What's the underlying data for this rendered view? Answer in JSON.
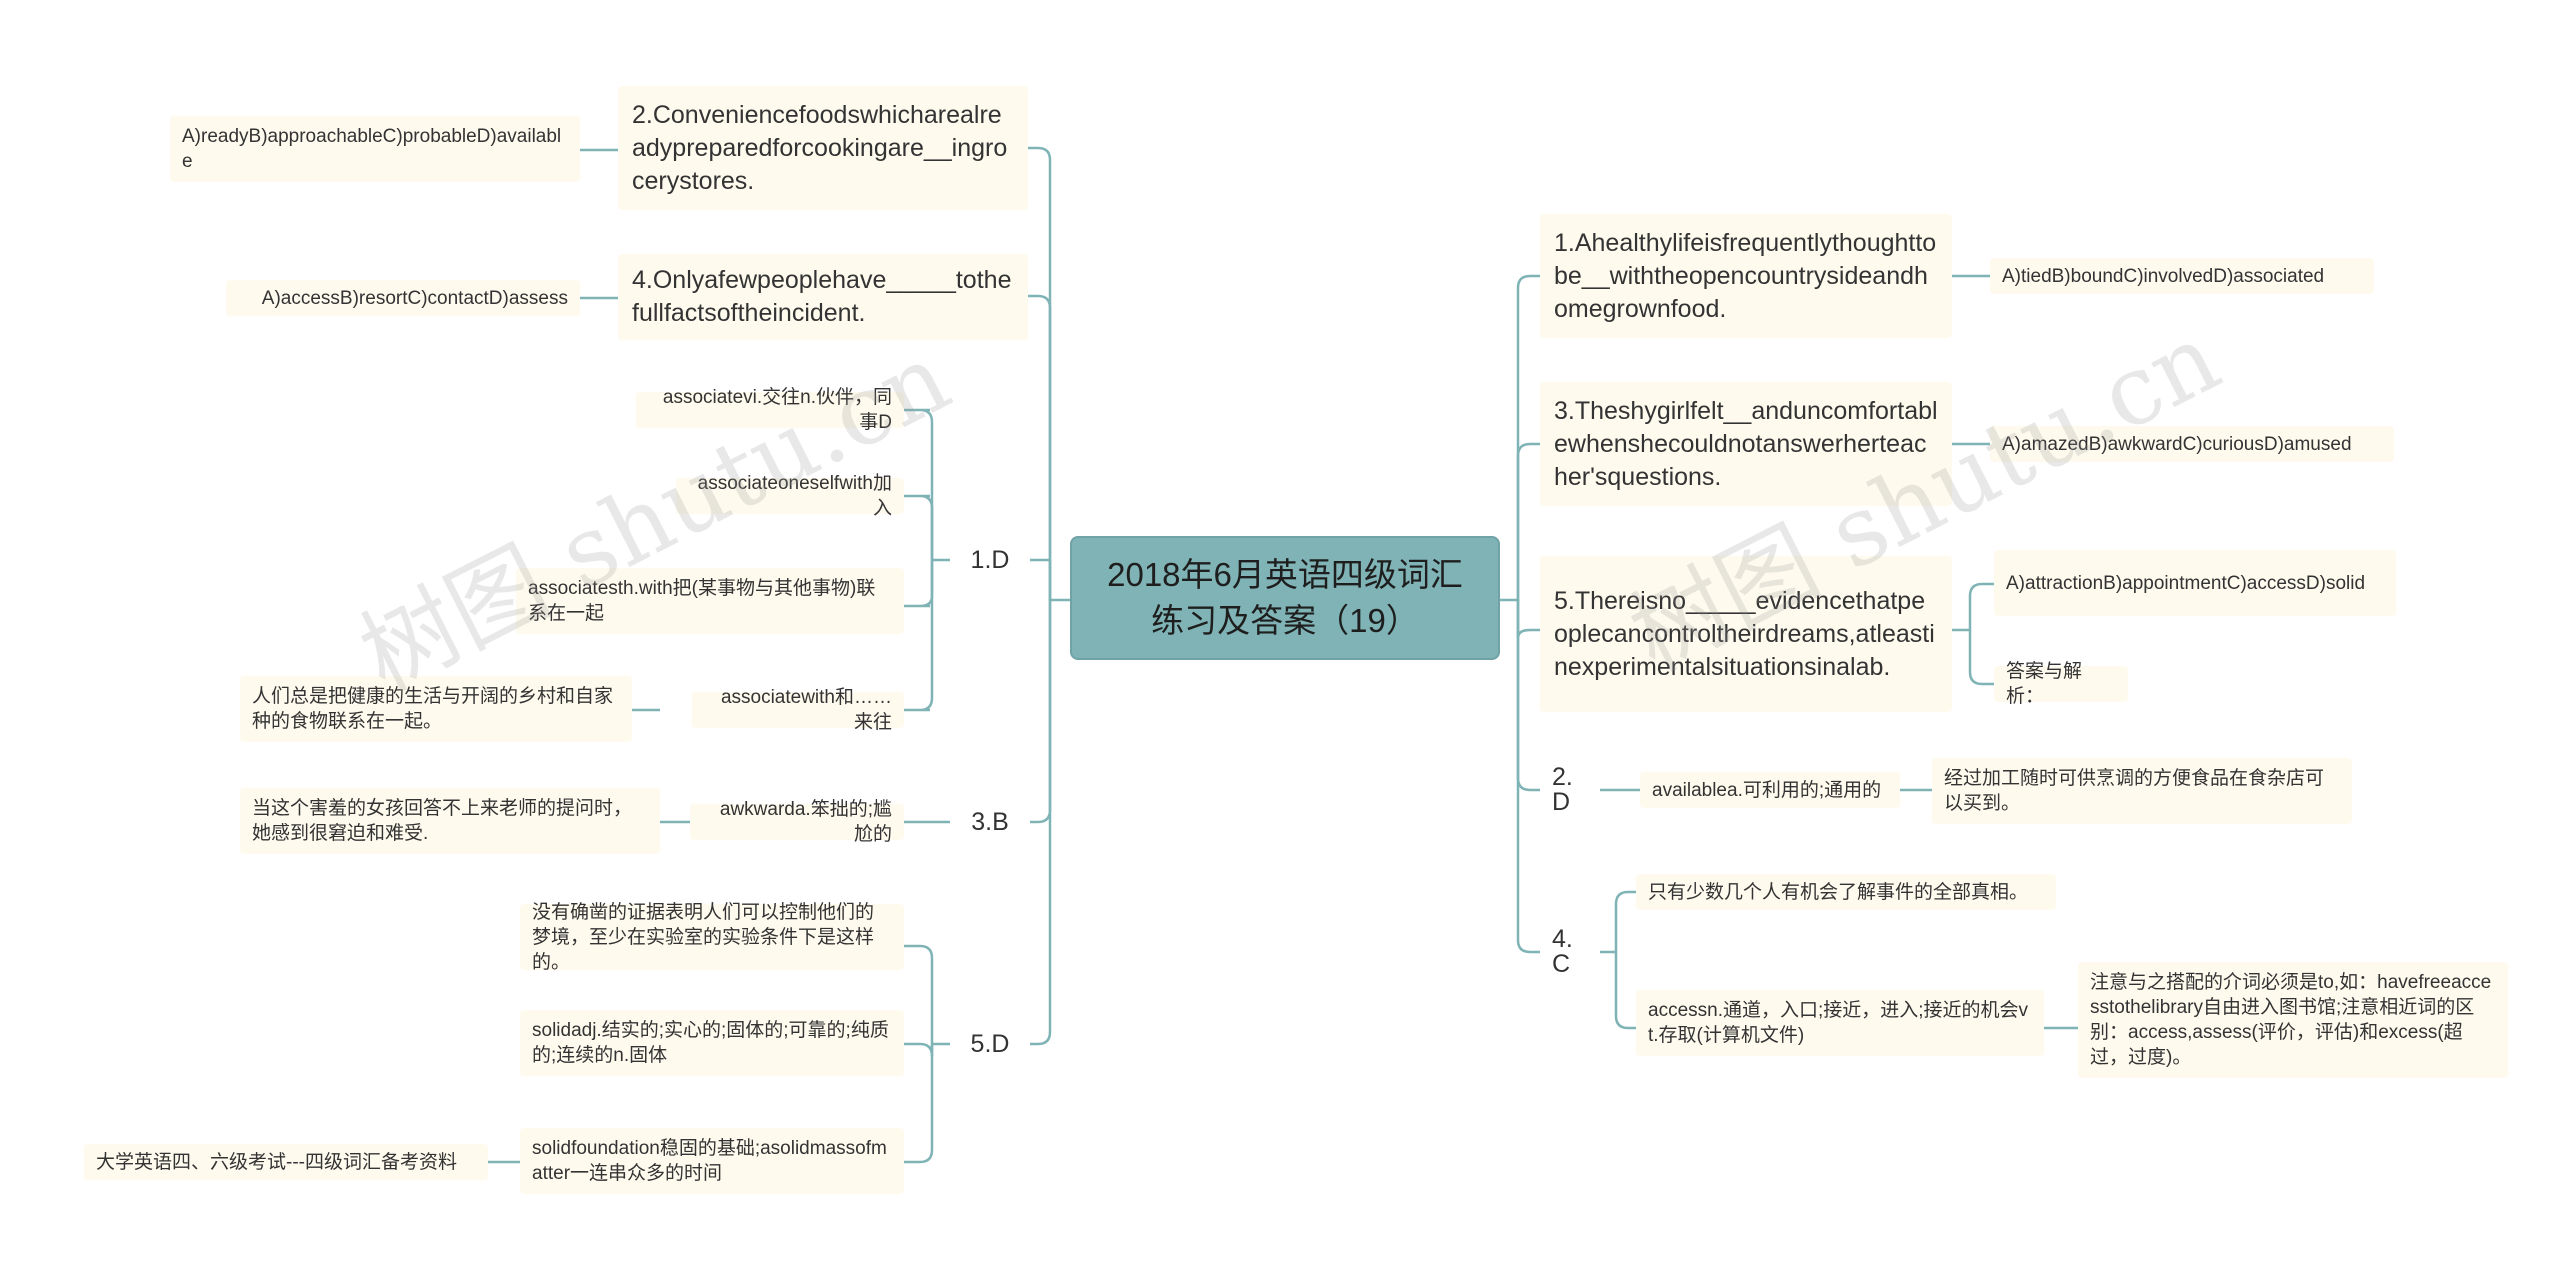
{
  "root": {
    "title": "2018年6月英语四级词汇练习及答案（19）"
  },
  "watermark": "树图 shutu.cn",
  "left": {
    "q2": {
      "question": "2.Conveniencefoodswhicharealreadypreparedforcookingare__ingrocerystores.",
      "options": "A)readyB)approachableC)probableD)available"
    },
    "q4": {
      "question": "4.Onlyafewpeoplehave_____tothefullfactsoftheincident.",
      "options": "A)accessB)resortC)contactD)assess"
    },
    "a1": {
      "label": "1.D",
      "items": [
        "associatevi.交往n.伙伴，同事D",
        "associateoneselfwith加入",
        "associatesth.with把(某事物与其他事物)联系在一起",
        "associatewith和……来往"
      ],
      "translation": "人们总是把健康的生活与开阔的乡村和自家种的食物联系在一起。"
    },
    "a3": {
      "label": "3.B",
      "item": "awkwarda.笨拙的;尴尬的",
      "translation": "当这个害羞的女孩回答不上来老师的提问时，她感到很窘迫和难受."
    },
    "a5": {
      "label": "5.D",
      "items": [
        "没有确凿的证据表明人们可以控制他们的梦境，至少在实验室的实验条件下是这样的。",
        "solidadj.结实的;实心的;固体的;可靠的;纯质的;连续的n.固体",
        "solidfoundation稳固的基础;asolidmassofmatter一连串众多的时间"
      ],
      "source": "大学英语四、六级考试---四级词汇备考资料"
    }
  },
  "right": {
    "q1": {
      "question": "1.Ahealthylifeisfrequentlythoughttobe__withtheopencountrysideandhomegrownfood.",
      "options": "A)tiedB)boundC)involvedD)associated"
    },
    "q3": {
      "question": "3.Theshygirlfelt__anduncomfortablewhenshecouldnotanswerherteacher'squestions.",
      "options": "A)amazedB)awkwardC)curiousD)amused"
    },
    "q5": {
      "question": "5.Thereisno_____evidencethatpeoplecancontroltheirdreams,atleastinexperimentalsituationsinalab.",
      "options": "A)attractionB)appointmentC)accessD)solid",
      "analysis": "答案与解析："
    },
    "a2": {
      "label": "2.D",
      "item": "availablea.可利用的;通用的",
      "translation": "经过加工随时可供烹调的方便食品在食杂店可以买到。"
    },
    "a4": {
      "label": "4.C",
      "translation": "只有少数几个人有机会了解事件的全部真相。",
      "item": "accessn.通道，入口;接近，进入;接近的机会vt.存取(计算机文件)",
      "note": "注意与之搭配的介词必须是to,如：havefreeaccesstothelibrary自由进入图书馆;注意相近词的区别：access,assess(评价，评估)和excess(超过，过度)。"
    }
  }
}
